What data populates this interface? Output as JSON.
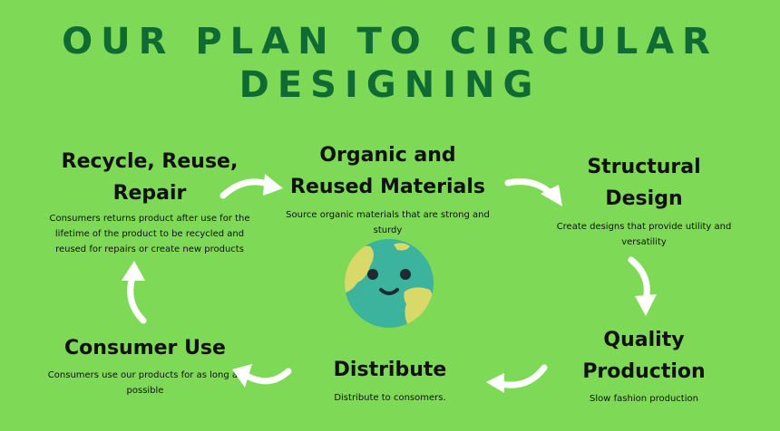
{
  "title": {
    "line1": "OUR PLAN TO CIRCULAR",
    "line2": "DESIGNING"
  },
  "steps": {
    "organic": {
      "title_line1": "Organic and",
      "title_line2": "Reused Materials",
      "desc_line1": "Source organic materials that are strong and",
      "desc_line2": "sturdy"
    },
    "structural": {
      "title_line1": "Structural",
      "title_line2": "Design",
      "desc_line1": "Create designs that provide utility and",
      "desc_line2": "versatility"
    },
    "quality": {
      "title_line1": "Quality",
      "title_line2": "Production",
      "desc": "Slow fashion production"
    },
    "distribute": {
      "title": "Distribute",
      "desc": "Distribute to consomers."
    },
    "consumer": {
      "title": "Consumer Use",
      "desc_line1": "Consumers use our products for as long as",
      "desc_line2": "possible"
    },
    "recycle": {
      "title_line1": "Recycle, Reuse,",
      "title_line2": "Repair",
      "desc_line1": "Consumers returns product after use for the",
      "desc_line2": "lifetime of the product to be recycled and",
      "desc_line3": "reused for repairs or create new products"
    }
  },
  "colors": {
    "background": "#7ed957",
    "title": "#0f6b33",
    "arrow": "#ffffff",
    "globe_ocean": "#3bb39d",
    "globe_land": "#d9d96a"
  },
  "icons": [
    "earth-icon",
    "curved-arrow-icon"
  ]
}
